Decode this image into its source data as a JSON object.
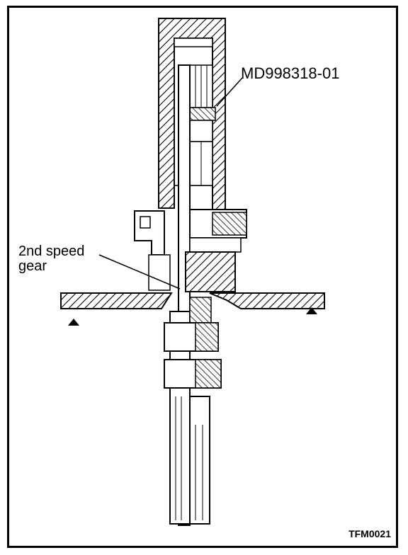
{
  "labels": {
    "tool": "MD998318-01",
    "gear": "2nd  speed\ngear",
    "figure_code": "TFM0021"
  },
  "colors": {
    "ink": "#000000",
    "paper": "#ffffff"
  }
}
